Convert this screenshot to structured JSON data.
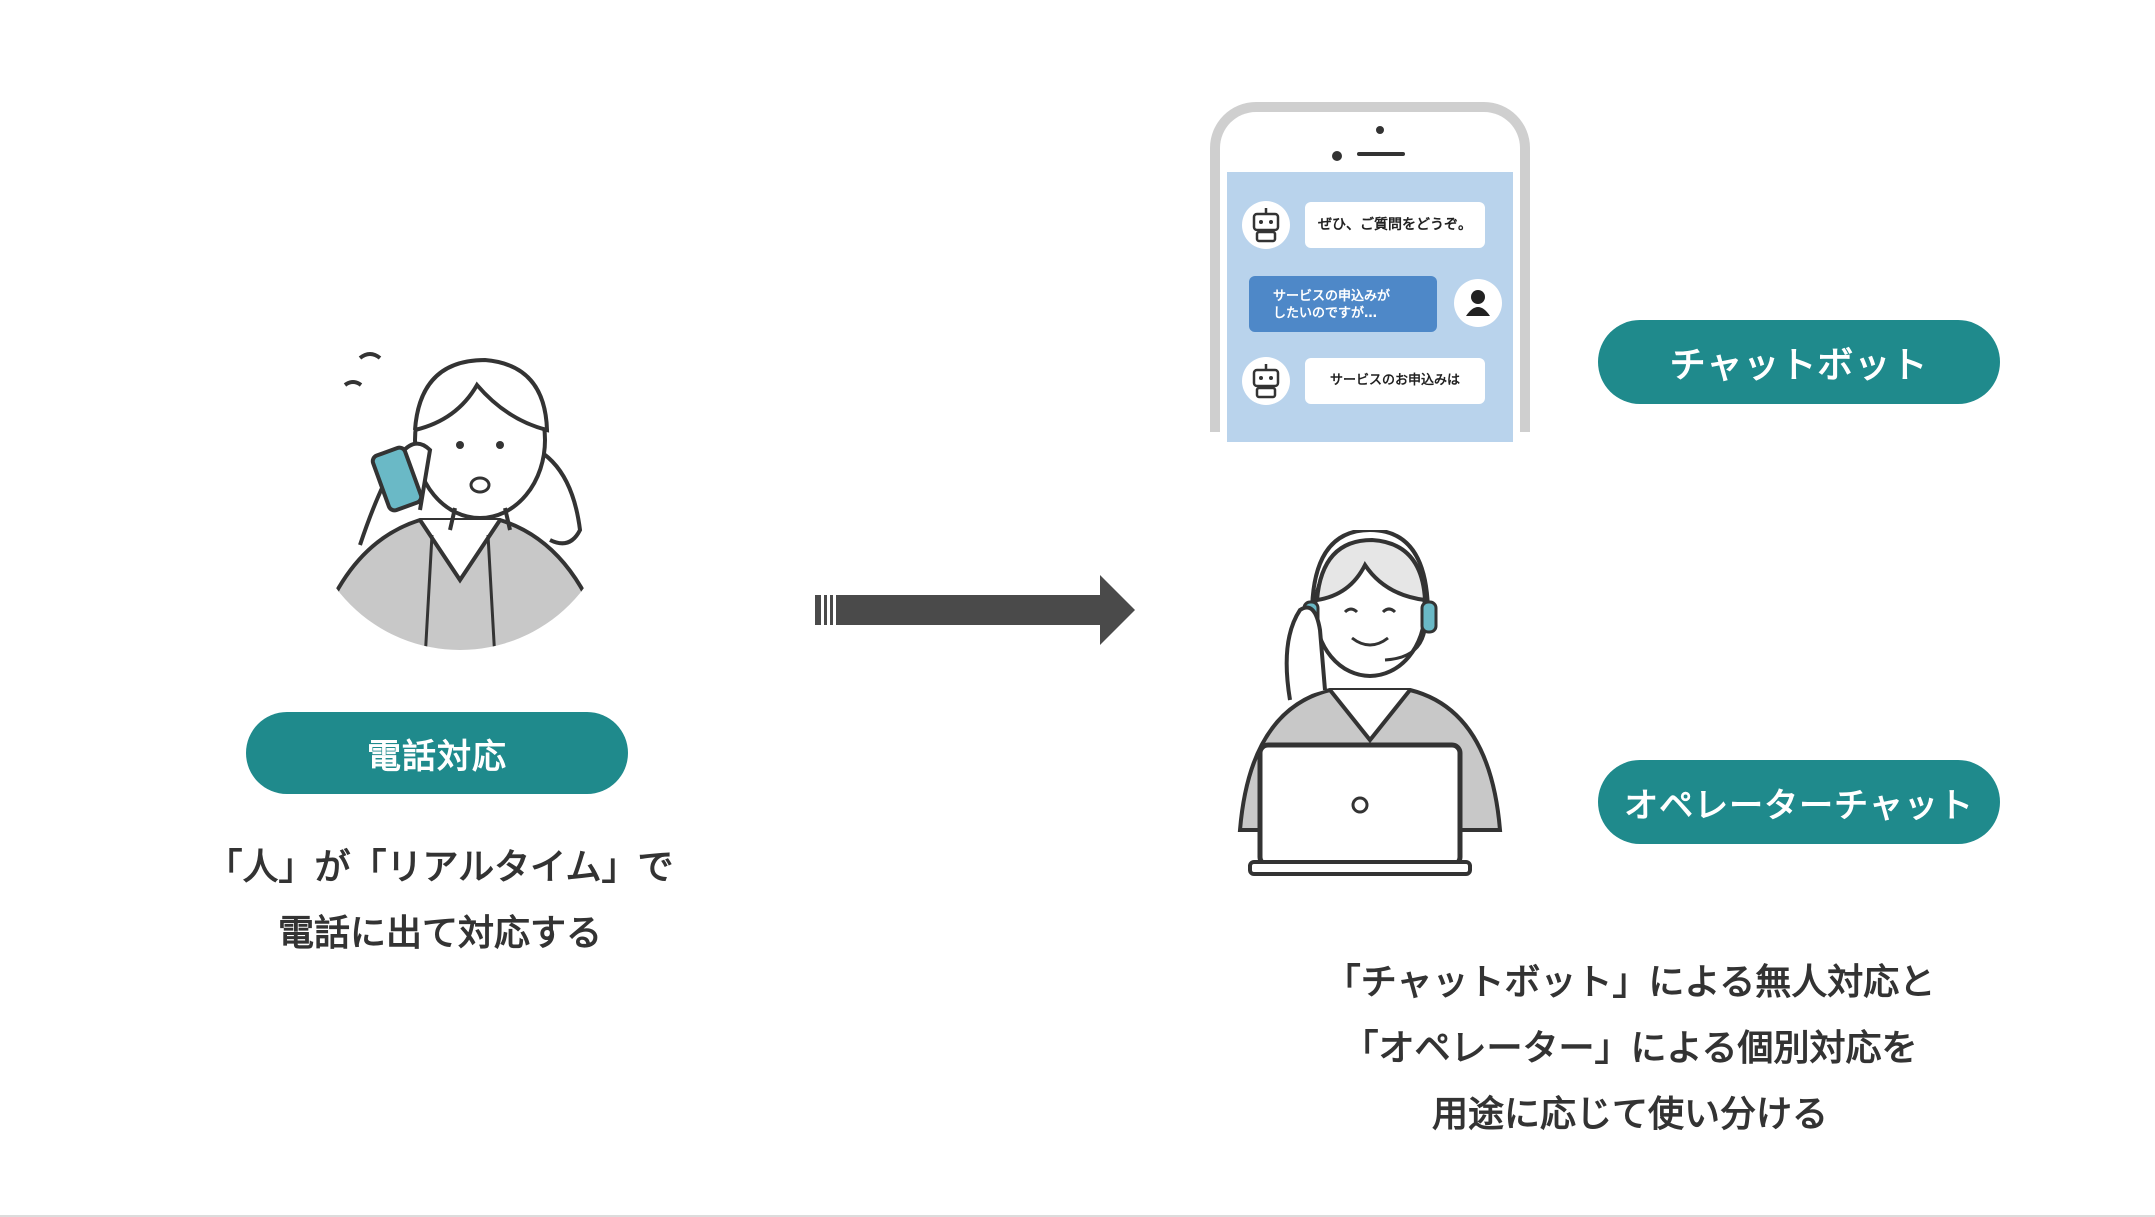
{
  "colors": {
    "accent_teal": "#1f8a8c",
    "chat_background": "#b9d3ec",
    "user_bubble": "#4e88c8",
    "arrow": "#4a4a4a",
    "illustration_accent": "#6ab9c6"
  },
  "left": {
    "label": "電話対応",
    "caption_lines": [
      "「人」が「リアルタイム」で",
      "電話に出て対応する"
    ]
  },
  "right": {
    "chatbot_label": "チャットボット",
    "operator_label": "オペレーターチャット",
    "caption_lines": [
      "「チャットボット」による無人対応と",
      "「オペレーター」による個別対応を",
      "用途に応じて使い分ける"
    ]
  },
  "phone_chat": {
    "messages": [
      {
        "sender": "bot",
        "text_lines": [
          "ぜひ、ご質問をどうぞ。"
        ]
      },
      {
        "sender": "user",
        "text_lines": [
          "サービスの申込みが",
          "したいのですが…"
        ]
      },
      {
        "sender": "bot",
        "text_lines": [
          "サービスのお申込みは"
        ]
      }
    ]
  },
  "icons": {
    "left_person": "woman-on-phone-icon",
    "arrow": "arrow-right-icon",
    "bot_avatar": "robot-icon",
    "user_avatar": "user-icon",
    "operator": "operator-with-headset-icon"
  }
}
